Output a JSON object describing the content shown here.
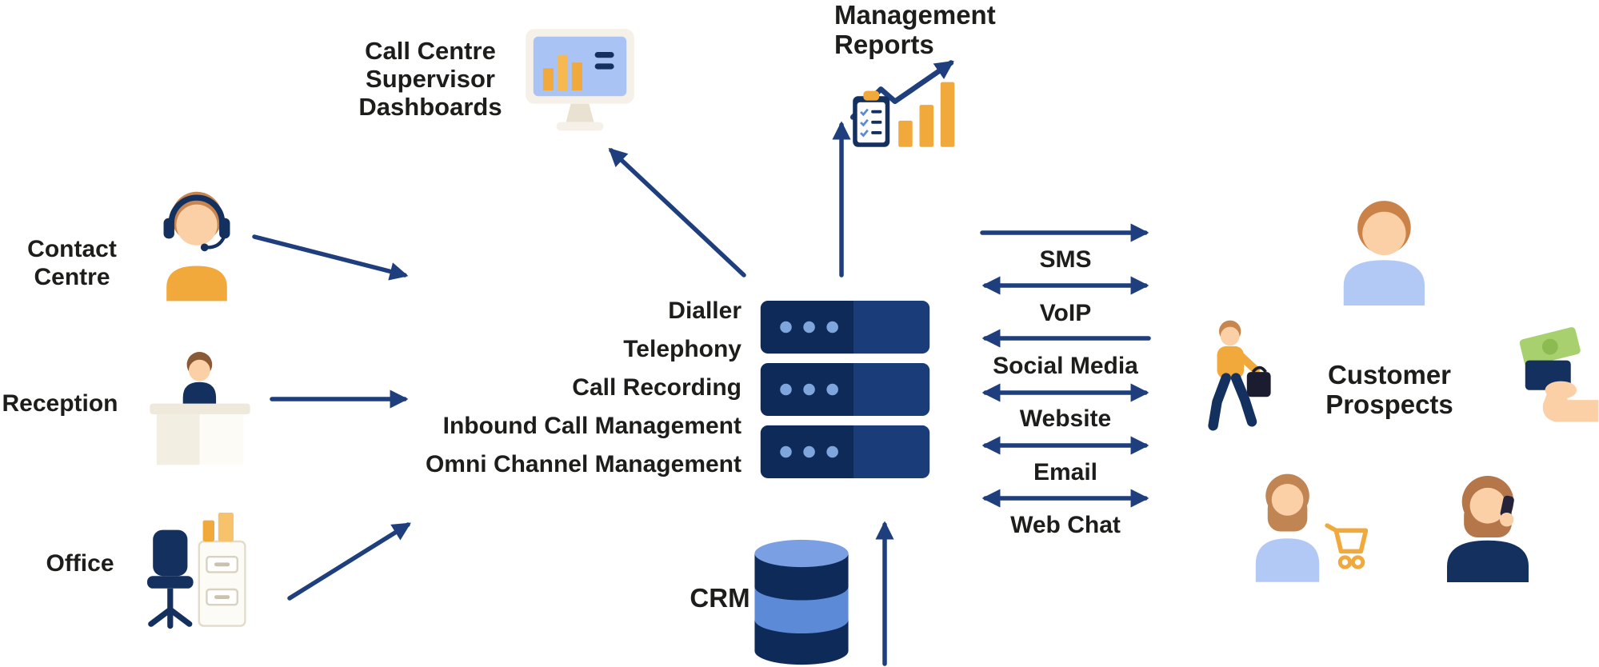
{
  "diagram": {
    "title": "Call centre platform diagram",
    "colors": {
      "arrow": "#1e3e7e",
      "navy_dark": "#0e2a58",
      "navy": "#14305f",
      "orange": "#f2a93b",
      "blue_medium": "#5c8ad6",
      "blue_light": "#a9c4f4",
      "skin": "#fcd0a6",
      "text": "#1d1d1b"
    },
    "sources": [
      {
        "id": "contact-centre",
        "lines": [
          "Contact",
          "Centre"
        ],
        "icon": "headset-agent-icon"
      },
      {
        "id": "reception",
        "lines": [
          "Reception"
        ],
        "icon": "reception-desk-icon"
      },
      {
        "id": "office",
        "lines": [
          "Office"
        ],
        "icon": "office-desk-icon"
      }
    ],
    "outputs": [
      {
        "id": "dashboards",
        "lines": [
          "Call Centre",
          "Supervisor",
          "Dashboards"
        ],
        "icon": "dashboard-monitor-icon"
      },
      {
        "id": "management-reports",
        "lines": [
          "Management",
          "Reports"
        ],
        "icon": "reports-chart-icon"
      }
    ],
    "server": {
      "icon": "server-stack-icon",
      "features": [
        "Dialler",
        "Telephony",
        "Call Recording",
        "Inbound Call Management",
        "Omni Channel Management"
      ]
    },
    "crm": {
      "label": "CRM",
      "icon": "database-icon"
    },
    "channels": [
      {
        "label": "SMS",
        "direction": "to-customer"
      },
      {
        "label": "VoIP",
        "direction": "two-way"
      },
      {
        "label": "Social Media",
        "direction": "to-server"
      },
      {
        "label": "Website",
        "direction": "two-way"
      },
      {
        "label": "Email",
        "direction": "two-way"
      },
      {
        "label": "Web Chat",
        "direction": "two-way"
      }
    ],
    "customers": {
      "lines": [
        "Customer",
        "Prospects"
      ],
      "icons": [
        "shopper-icon",
        "young-man-icon",
        "hand-money-icon",
        "woman-cart-icon",
        "woman-phone-icon"
      ]
    }
  }
}
